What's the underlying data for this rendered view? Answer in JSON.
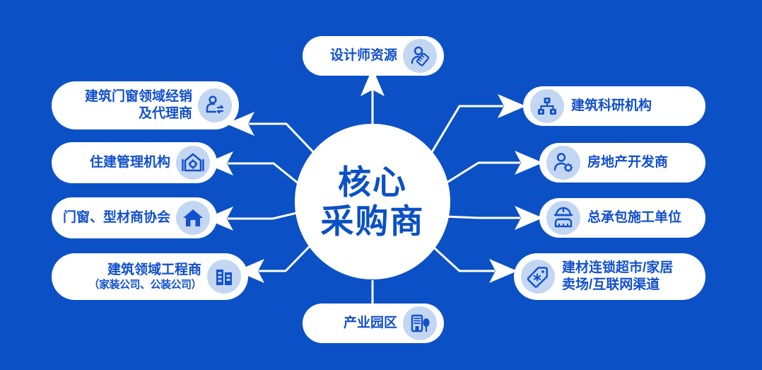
{
  "theme": {
    "background": "#0b51c5",
    "pill_background": "#ffffff",
    "text_color": "#1250cd",
    "icon_circle": "#c3d6f2",
    "icon_glyph": "#1250cd",
    "arrow_color": "#ffffff"
  },
  "center": {
    "line1": "核心",
    "line2": "采购商"
  },
  "nodes": {
    "designer": {
      "label": "设计师资源",
      "icon": "person-ruler-icon"
    },
    "park": {
      "label": "产业园区",
      "icon": "building-tree-icon"
    },
    "dealer": {
      "label": "建筑门窗领域经销",
      "label2": "及代理商",
      "icon": "person-exchange-icon"
    },
    "housing": {
      "label": "住建管理机构",
      "icon": "house-gear-icon"
    },
    "assoc": {
      "label": "门窗、型材商协会",
      "icon": "house-icon"
    },
    "engineering": {
      "label": "建筑领域工程商",
      "sub": "（家装公司、公装公司）",
      "icon": "office-building-icon"
    },
    "research": {
      "label": "建筑科研机构",
      "icon": "org-chart-icon"
    },
    "realestate": {
      "label": "房地产开发商",
      "icon": "person-gear-icon"
    },
    "contractor": {
      "label": "总承包施工单位",
      "icon": "hardhat-worker-icon"
    },
    "retail": {
      "label": "建材连锁超市/家居",
      "label2": "卖场/互联网渠道",
      "icon": "price-tag-icon"
    }
  }
}
